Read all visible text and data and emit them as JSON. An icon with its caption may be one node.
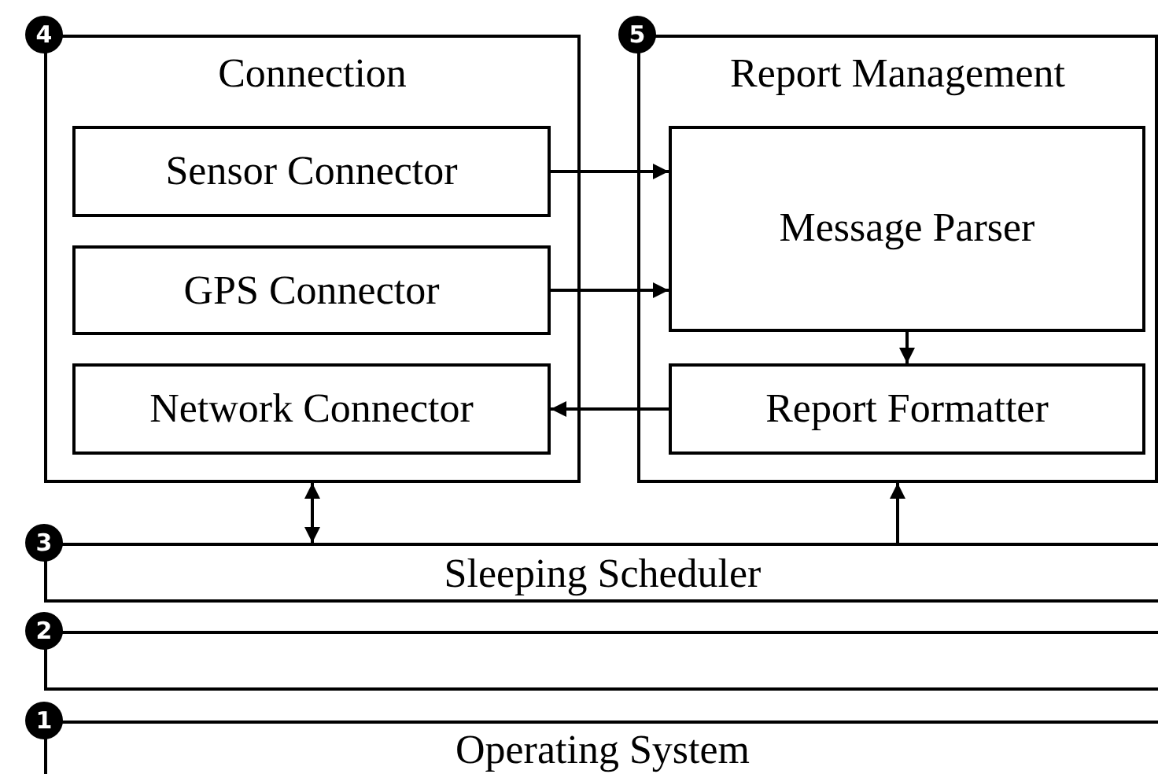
{
  "diagram": {
    "nodes": [
      {
        "text": [
          "Connection"
        ],
        "beside": [
          "4"
        ]
      },
      {
        "text": [
          "Sensor Connector"
        ],
        "in": 0
      },
      {
        "text": [
          "GPS Connector"
        ],
        "in": 0
      },
      {
        "text": [
          "Network Connector"
        ],
        "in": 0
      },
      {
        "text": [
          "Report Management"
        ],
        "beside": [
          "5"
        ]
      },
      {
        "text": [
          "Message Parser"
        ],
        "in": 4
      },
      {
        "text": [
          "Report Formatter"
        ],
        "in": 4
      },
      {
        "text": [
          "Sleeping Scheduler"
        ],
        "beside": [
          "3"
        ]
      },
      {
        "text": [],
        "shape": "bar",
        "beside": [
          "2"
        ]
      },
      {
        "text": [
          "Operating System"
        ],
        "beside": [
          "1"
        ]
      }
    ],
    "edges": [
      {
        "from": 1,
        "to": 5,
        "arrow": "to"
      },
      {
        "from": 2,
        "to": 5,
        "arrow": "to"
      },
      {
        "from": 5,
        "to": 6,
        "arrow": "to"
      },
      {
        "from": 6,
        "to": 3,
        "arrow": "to"
      },
      {
        "from": 7,
        "to": 0,
        "arrow": "both"
      },
      {
        "from": 7,
        "to": 4,
        "arrow": "to"
      }
    ]
  }
}
